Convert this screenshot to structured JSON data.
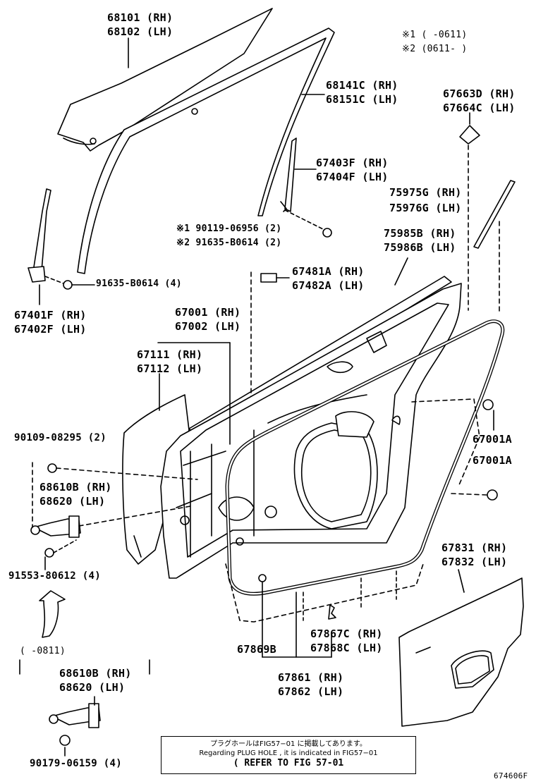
{
  "legend": {
    "note1": "※1 (     -0611)",
    "note2": "※2 (0611-     )"
  },
  "parts": {
    "p68101": "68101 (RH)",
    "p68102": "68102 (LH)",
    "p68141c": "68141C (RH)",
    "p68151c": "68151C (LH)",
    "p67663d": "67663D (RH)",
    "p67664c": "67664C (LH)",
    "p67403f": "67403F (RH)",
    "p67404f": "67404F (LH)",
    "p75975g": "75975G (RH)",
    "p75976g": "75976G (LH)",
    "p90119": "※1 90119-06956 (2)",
    "p91635a": "※2 91635-B0614 (2)",
    "p75985b": "75985B (RH)",
    "p75986b": "75986B (LH)",
    "p91635b": "91635-B0614 (4)",
    "p67481a": "67481A (RH)",
    "p67482a": "67482A (LH)",
    "p67401f": "67401F (RH)",
    "p67402f": "67402F (LH)",
    "p67001": "67001 (RH)",
    "p67002": "67002 (LH)",
    "p67111": "67111 (RH)",
    "p67112": "67112 (LH)",
    "p90109": "90109-08295 (2)",
    "p67001a_1": "67001A",
    "p67001a_2": "67001A",
    "p68610b": "68610B (RH)",
    "p68620": "68620 (LH)",
    "p91553": "91553-80612 (4)",
    "p67831": "67831 (RH)",
    "p67832": "67832 (LH)",
    "p67867c": "67867C (RH)",
    "p67868c": "67868C (LH)",
    "p67869b": "67869B",
    "p67861": "67861 (RH)",
    "p67862": "67862 (LH)",
    "inset_range": "(     -0811)",
    "inset_68610b": "68610B (RH)",
    "inset_68620": "68620 (LH)",
    "p90179": "90179-06159 (4)"
  },
  "note": {
    "line1": "プラグホールはFIG57−01 に掲載してあります。",
    "line2": "Regarding PLUG HOLE , it is indicated in FIG57−01",
    "line3": "( REFER TO FIG 57-01"
  },
  "figure_id": "674606F"
}
